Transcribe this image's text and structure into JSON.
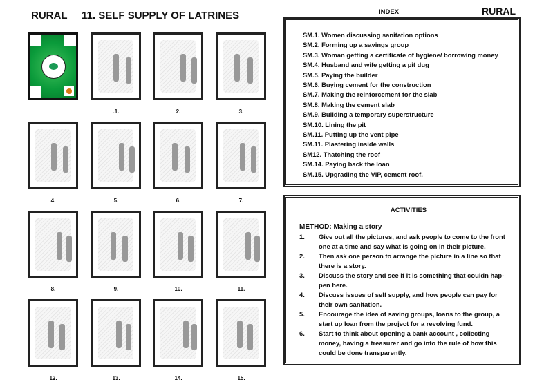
{
  "header": {
    "left": "RURAL",
    "title": "11. SELF SUPPLY OF LATRINES",
    "index": "INDEX",
    "right": "RURAL"
  },
  "cards": [
    {
      "label": ""
    },
    {
      "label": ".1."
    },
    {
      "label": "2."
    },
    {
      "label": "3."
    },
    {
      "label": "4."
    },
    {
      "label": "5."
    },
    {
      "label": "6."
    },
    {
      "label": "7."
    },
    {
      "label": "8."
    },
    {
      "label": "9."
    },
    {
      "label": "10."
    },
    {
      "label": "11."
    },
    {
      "label": "12."
    },
    {
      "label": "13."
    },
    {
      "label": "14."
    },
    {
      "label": "15."
    }
  ],
  "index": [
    "SM.1.  Women discussing sanitation options",
    "SM.2.  Forming up a savings group",
    "SM.3.  Woman getting a certificate of hygiene/ borrowing money",
    "SM.4.  Husband and wife getting a pit dug",
    "SM.5.  Paying the builder",
    "SM.6.  Buying cement for the construction",
    "SM.7.  Making the reinforcement for the slab",
    "SM.8.  Making the  cement slab",
    "SM.9. Building a temporary superstructure",
    "SM.10.  Lining the pit",
    "SM.11.  Putting up the vent pipe",
    "SM.11.  Plastering inside walls",
    "SM12.  Thatching the roof",
    "SM.14. Paying back the loan",
    "SM.15.  Upgrading the VIP, cement roof."
  ],
  "activities": {
    "title": "ACTIVITIES",
    "method": "METHOD: Making a story",
    "items": [
      {
        "n": "1.",
        "t": "Give out all the pictures, and ask people to come to the front one at a time and say what is going on in their picture."
      },
      {
        "n": "2.",
        "t": "Then ask one person to arrange the picture in a line so that there is a story."
      },
      {
        "n": "3.",
        "t": "Discuss the story and see if it is something that couldn hap-pen here."
      },
      {
        "n": "4.",
        "t": "Discuss issues of self supply, and how people can pay for their own sanitation."
      },
      {
        "n": "5.",
        "t": "Encourage the idea of saving groups, loans to the group, a start up loan from the project for a revolving fund."
      },
      {
        "n": "6.",
        "t": "Start to think about opening a bank account , collecting money, having a treasurer and go into the rule of how this could be done transparently."
      }
    ]
  }
}
